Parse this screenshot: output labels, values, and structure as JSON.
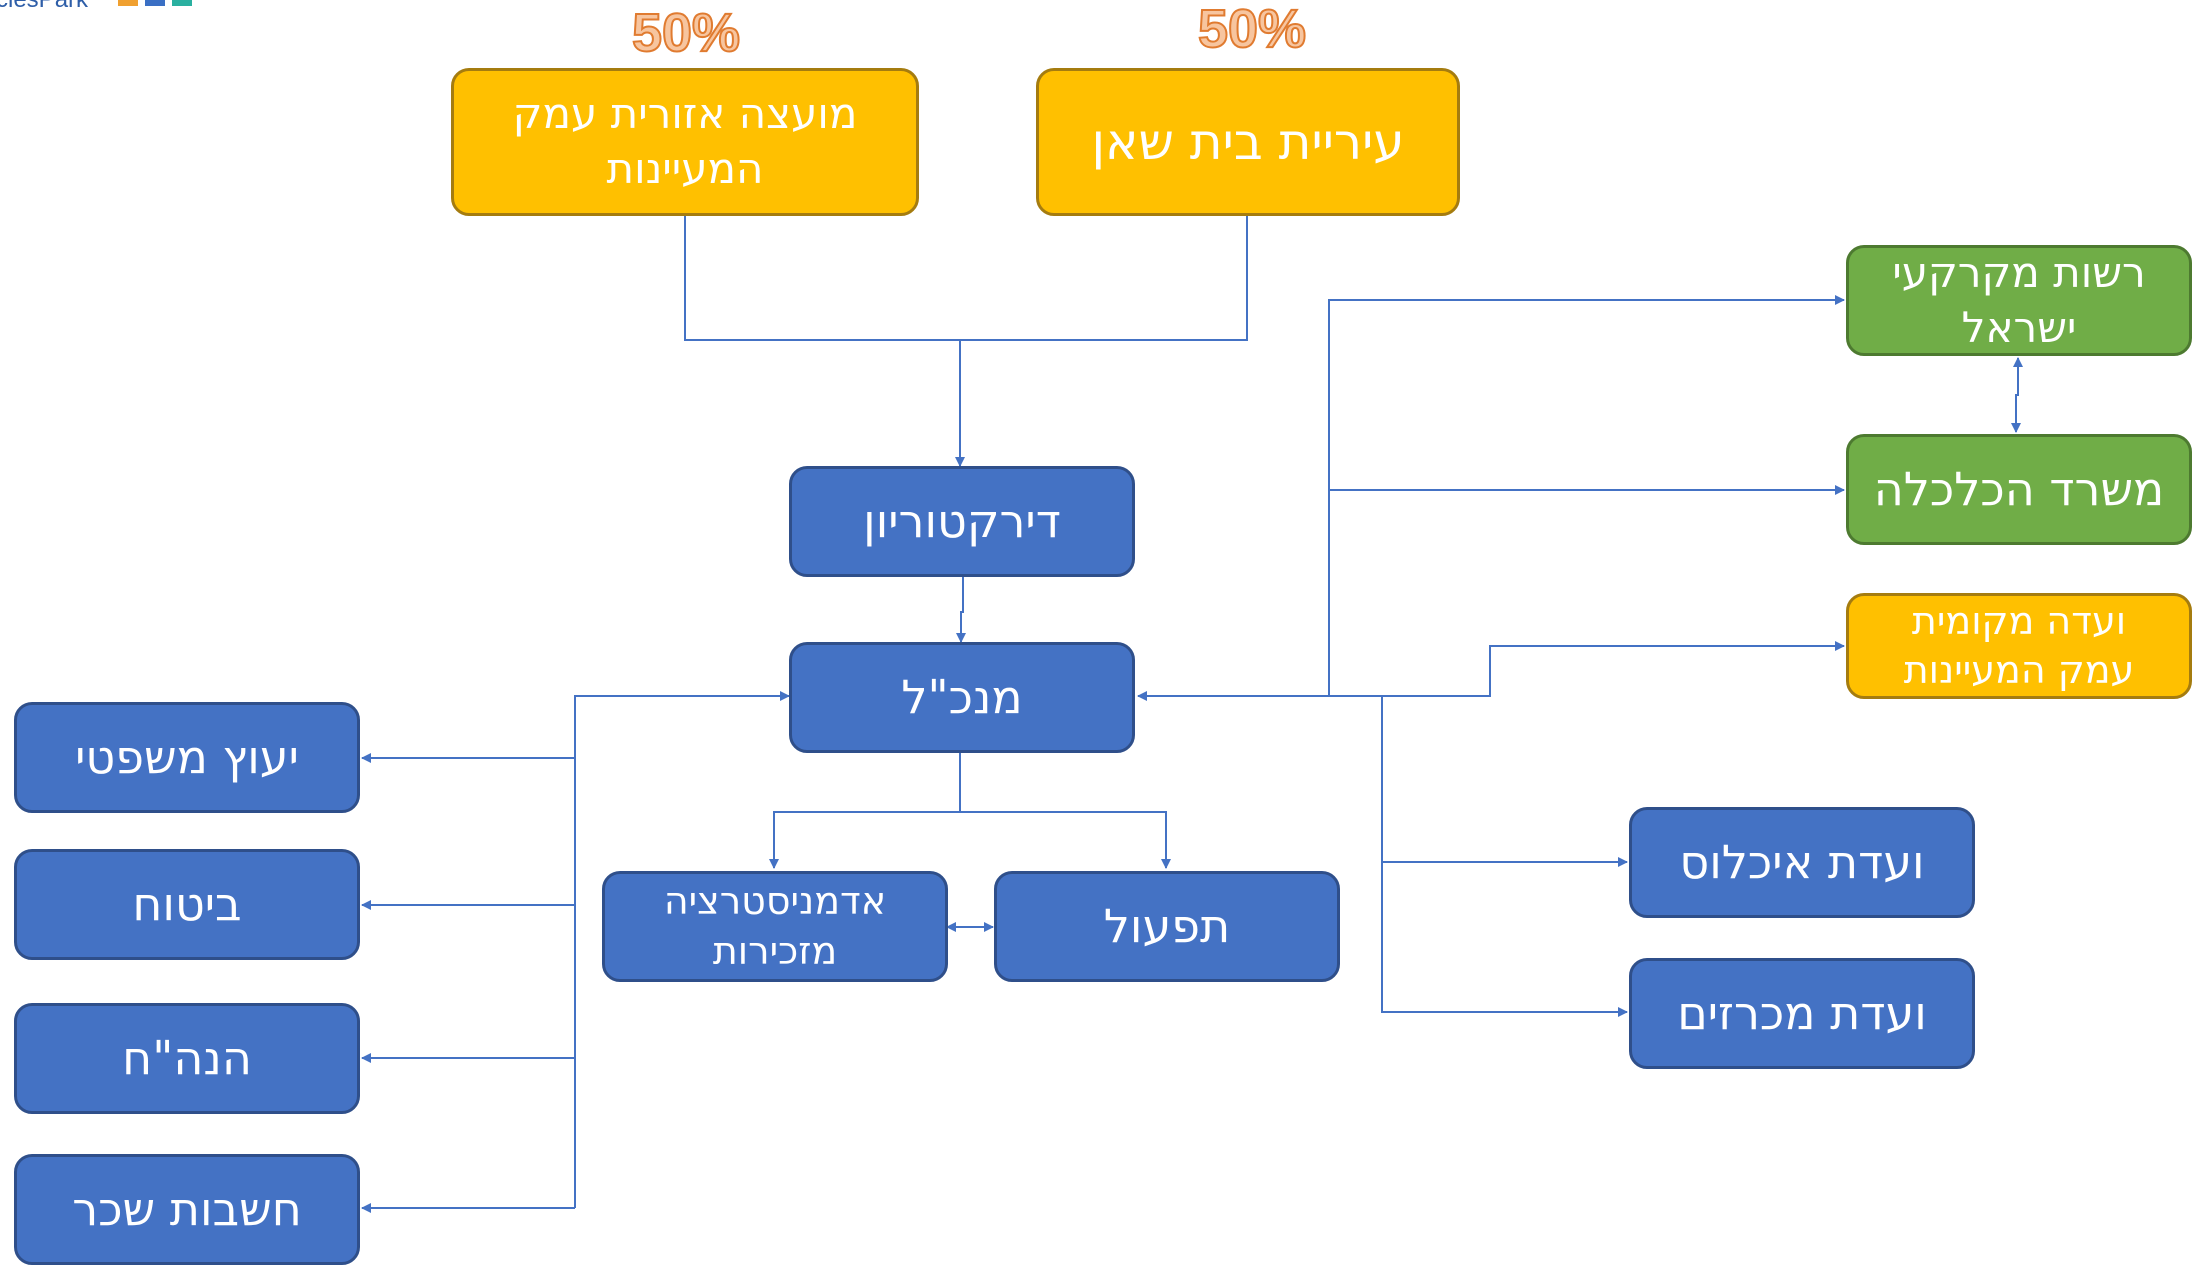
{
  "logo": {
    "text": "ciesPark",
    "colors": [
      "#f0a030",
      "#3a6fc4",
      "#2ab0a0"
    ]
  },
  "colors": {
    "blue_box": "#4472c4",
    "gold_box": "#ffc000",
    "green_box": "#70ad47",
    "connector": "#4472c4",
    "percent_text": "#e07b30"
  },
  "owners": {
    "regional_council": {
      "percent": "50%",
      "line1": "מועצה אזורית עמק",
      "line2": "המעיינות"
    },
    "beit_shean": {
      "percent": "50%",
      "label": "עיריית בית שאן"
    }
  },
  "board": {
    "label": "דירקטוריון"
  },
  "ceo": {
    "label": "מנכ\"ל"
  },
  "operations": {
    "label": "תפעול"
  },
  "admin": {
    "line1": "אדמניסטרציה",
    "line2": "מזכירות"
  },
  "left_units": {
    "legal": "יעוץ משפטי",
    "insurance": "ביטוח",
    "accounting": "הנה\"ח",
    "payroll": "חשבות שכר"
  },
  "external": {
    "land_authority": {
      "line1": "רשות מקרקעי",
      "line2": "ישראל"
    },
    "economy_ministry": "משרד הכלכלה",
    "local_committee": {
      "line1": "ועדה מקומית",
      "line2": "עמק המעיינות"
    }
  },
  "committees": {
    "occupancy": "ועדת איכלוס",
    "tenders": "ועדת מכרזים"
  }
}
